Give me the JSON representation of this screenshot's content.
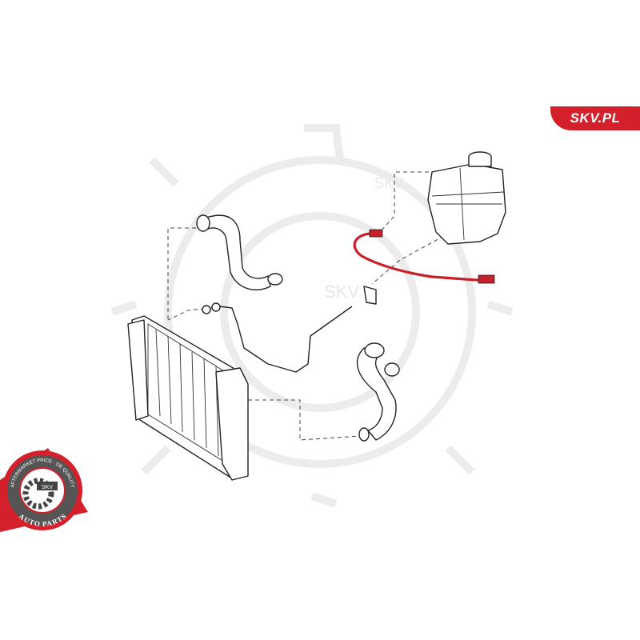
{
  "brand": {
    "label": "SKV.PL",
    "color": "#d3202a"
  },
  "badge": {
    "top_text": "AFTERMARKET PRICE · OE QUALITY",
    "center_text": "SKV",
    "bottom_text": "AUTO PARTS"
  },
  "watermark": {
    "text_1": "SKV",
    "text_2": "SKV"
  },
  "highlight_color": "#c8202a"
}
